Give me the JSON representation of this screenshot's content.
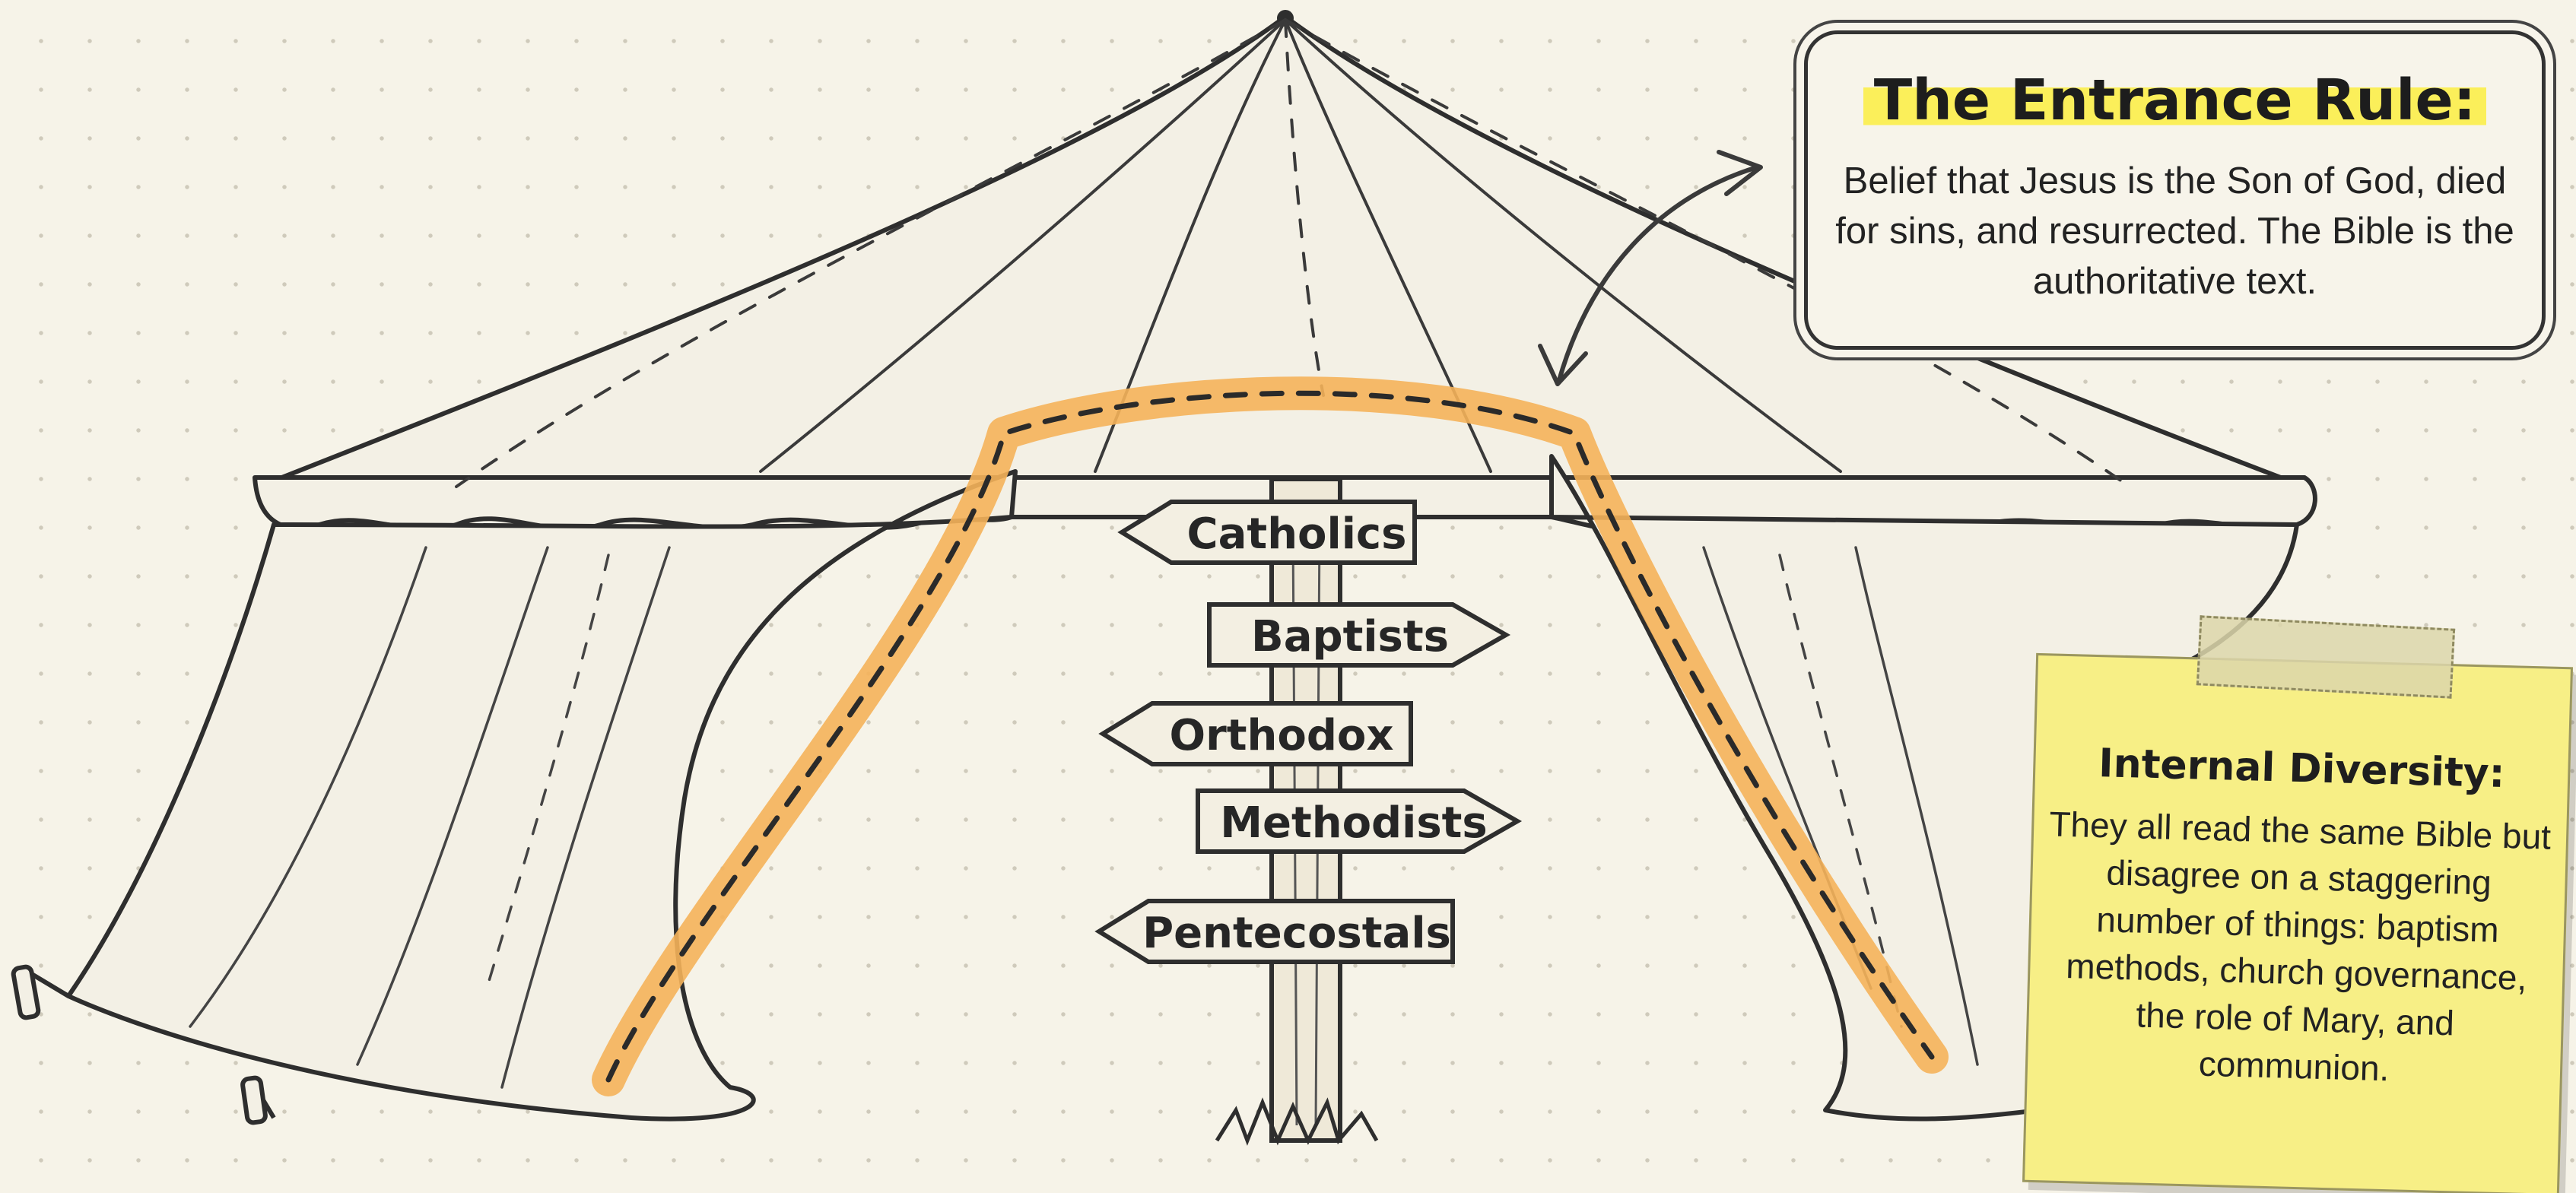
{
  "callout": {
    "title": "The Entrance Rule:",
    "body": "Belief that Jesus is the Son of God, died for sins, and resurrected. The Bible is the authoritative text."
  },
  "signpost": {
    "signs": [
      "Catholics",
      "Baptists",
      "Orthodox",
      "Methodists",
      "Pentecostals"
    ]
  },
  "note": {
    "title": "Internal Diversity:",
    "body": "They all read the same Bible but disagree on a staggering number of things: baptism methods, church governance, the role of Mary, and communion."
  },
  "colors": {
    "background": "#f6f3e8",
    "entrance_outline": "#f5b25a",
    "highlight": "#fbef5a",
    "sticky_note": "#f7ef86",
    "ink": "#2a2a2a"
  }
}
